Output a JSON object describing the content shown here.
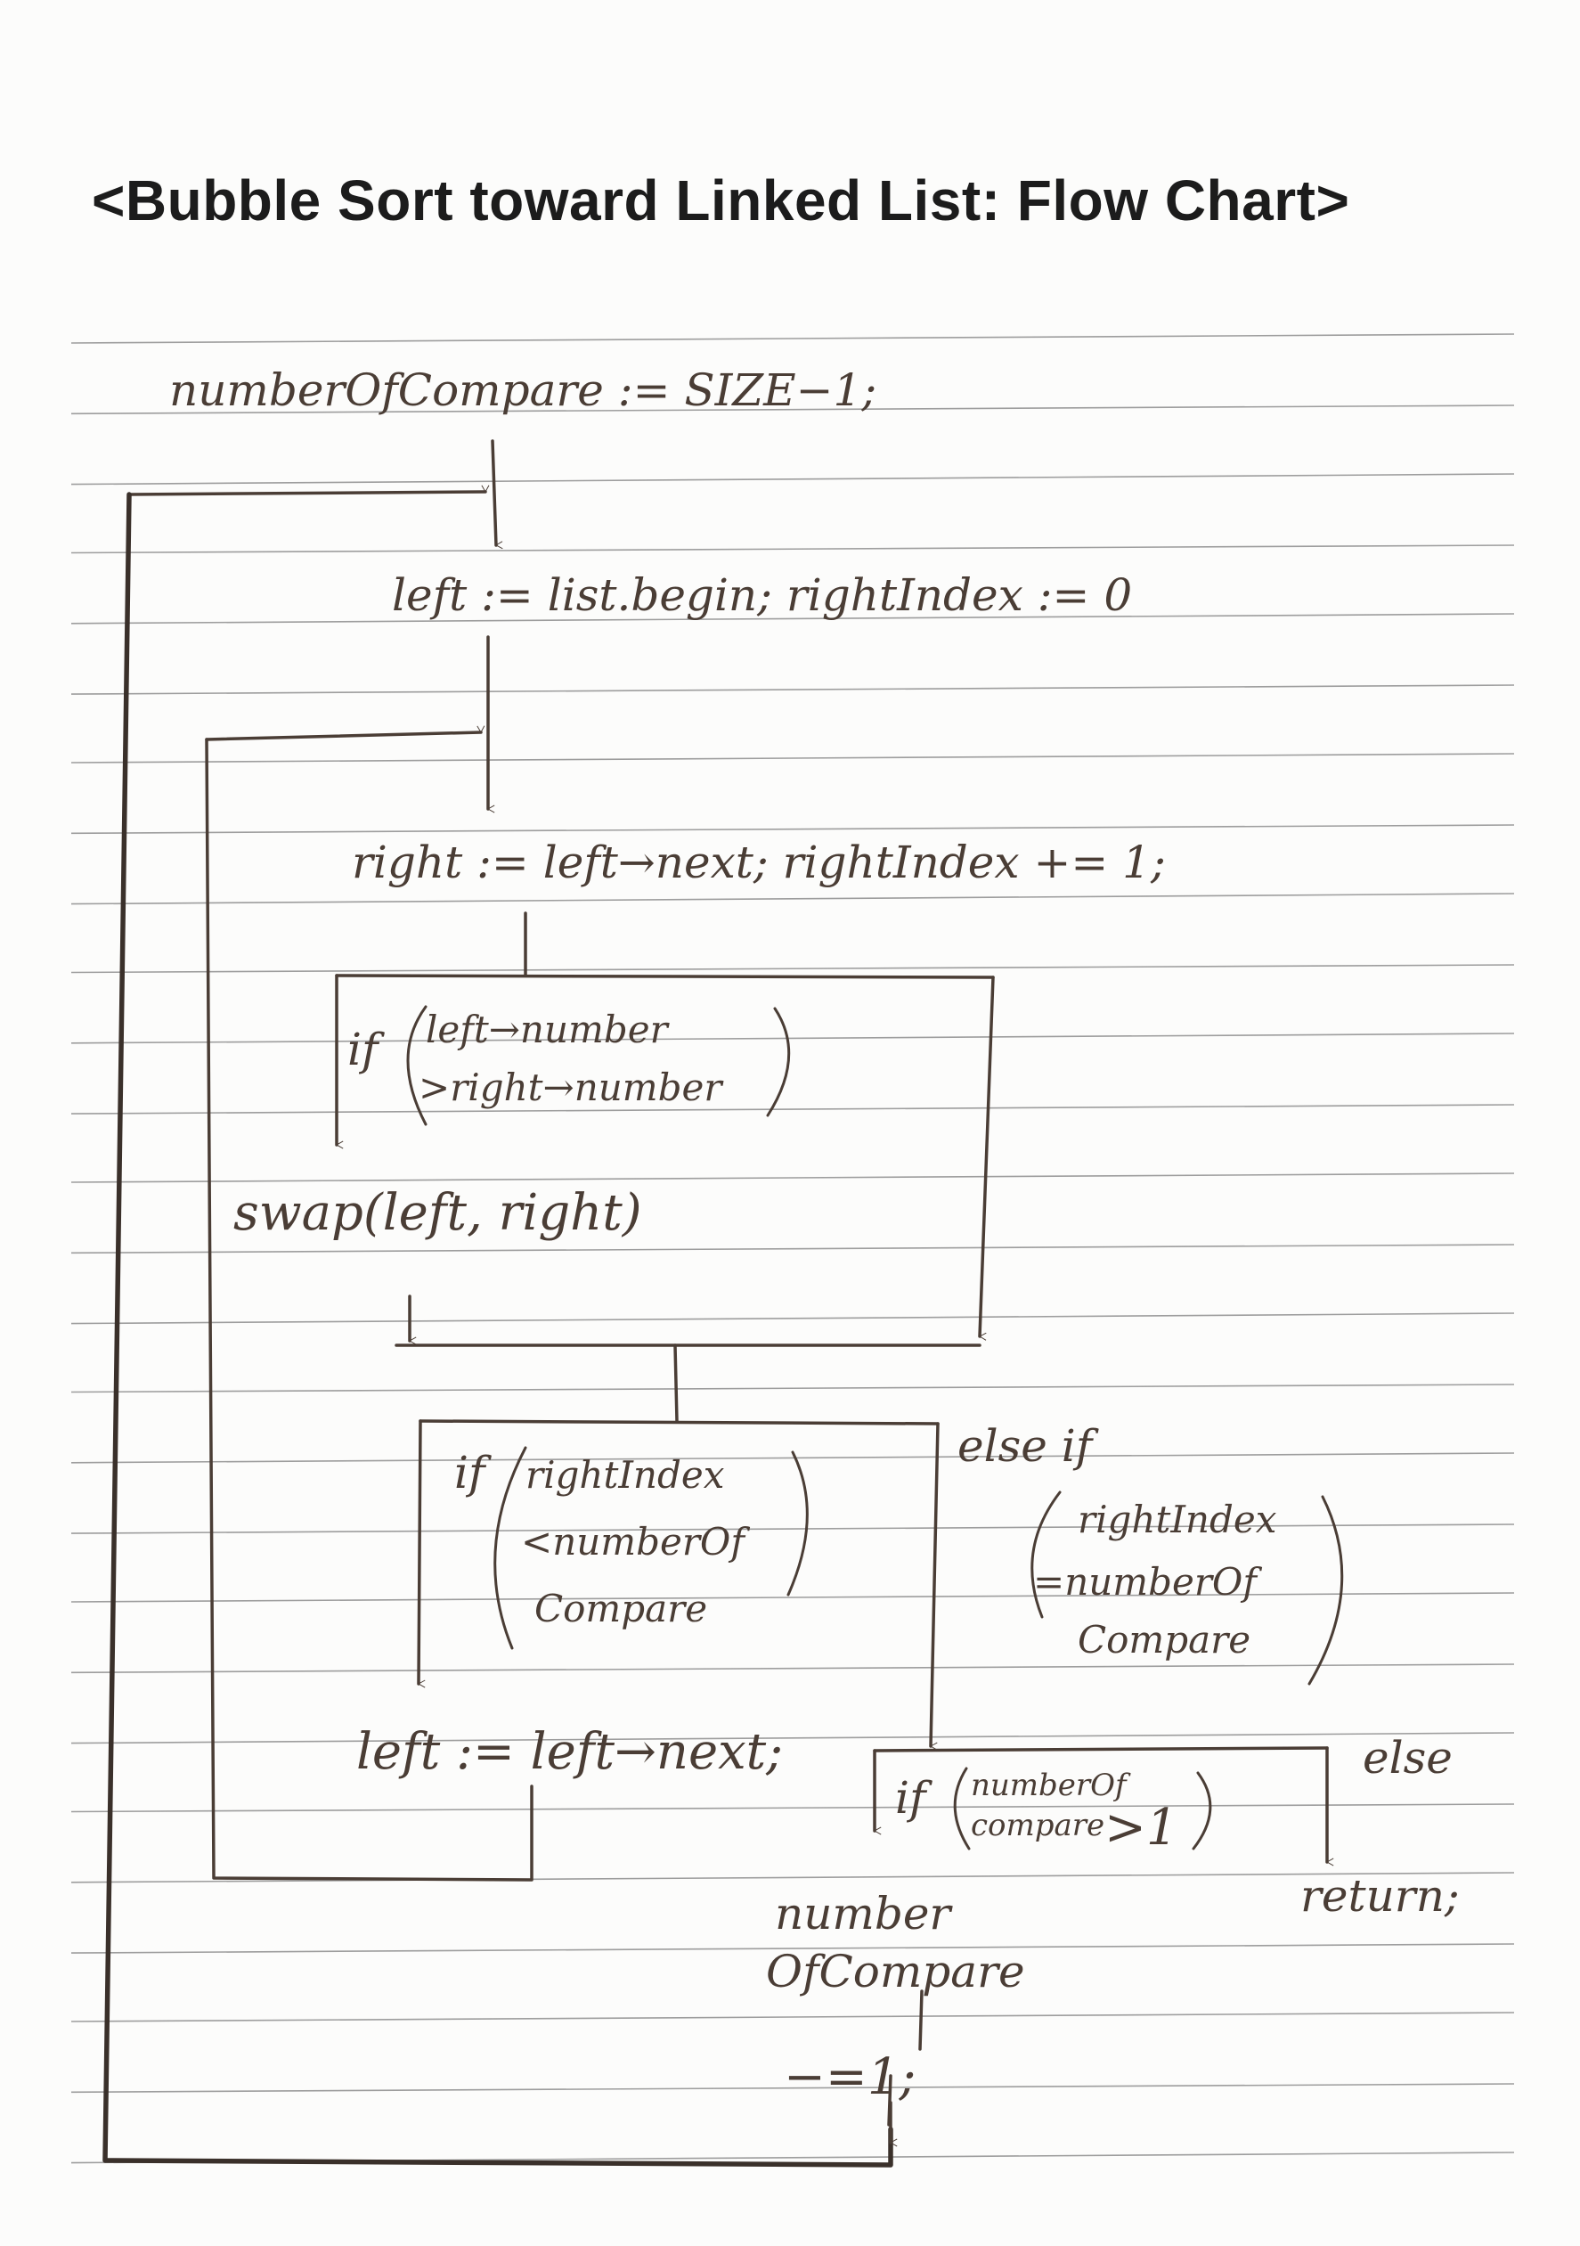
{
  "title": "<Bubble Sort toward Linked List: Flow Chart>",
  "colors": {
    "ink": "#4a3d35",
    "paper_line": "#9d9d9d",
    "paper": "#fcfcfb"
  },
  "nodes": {
    "init": "numberOfCompare := SIZE−1;",
    "outer_start": "left := list.begin; rightIndex := 0",
    "inner_start": "right := left→next; rightIndex += 1;",
    "cond1_if": "if",
    "cond1_line1": "left→number",
    "cond1_line2": ">right→number",
    "swap": "swap(left, right)",
    "cond2_if": "if",
    "cond2_line1": "rightIndex",
    "cond2_line2": "<numberOf",
    "cond2_line3": "Compare",
    "else_if": "else if",
    "cond3_line1": "rightIndex",
    "cond3_line2": "=numberOf",
    "cond3_line3": "Compare",
    "advance": "left := left→next;",
    "cond4_if": "if",
    "cond4_line1": "numberOf",
    "cond4_line2": "compare",
    "cond4_op": ">1",
    "else": "else",
    "return": "return;",
    "decrement_line1": "number",
    "decrement_line2": "OfCompare",
    "decrement_line3": "−=1;"
  }
}
